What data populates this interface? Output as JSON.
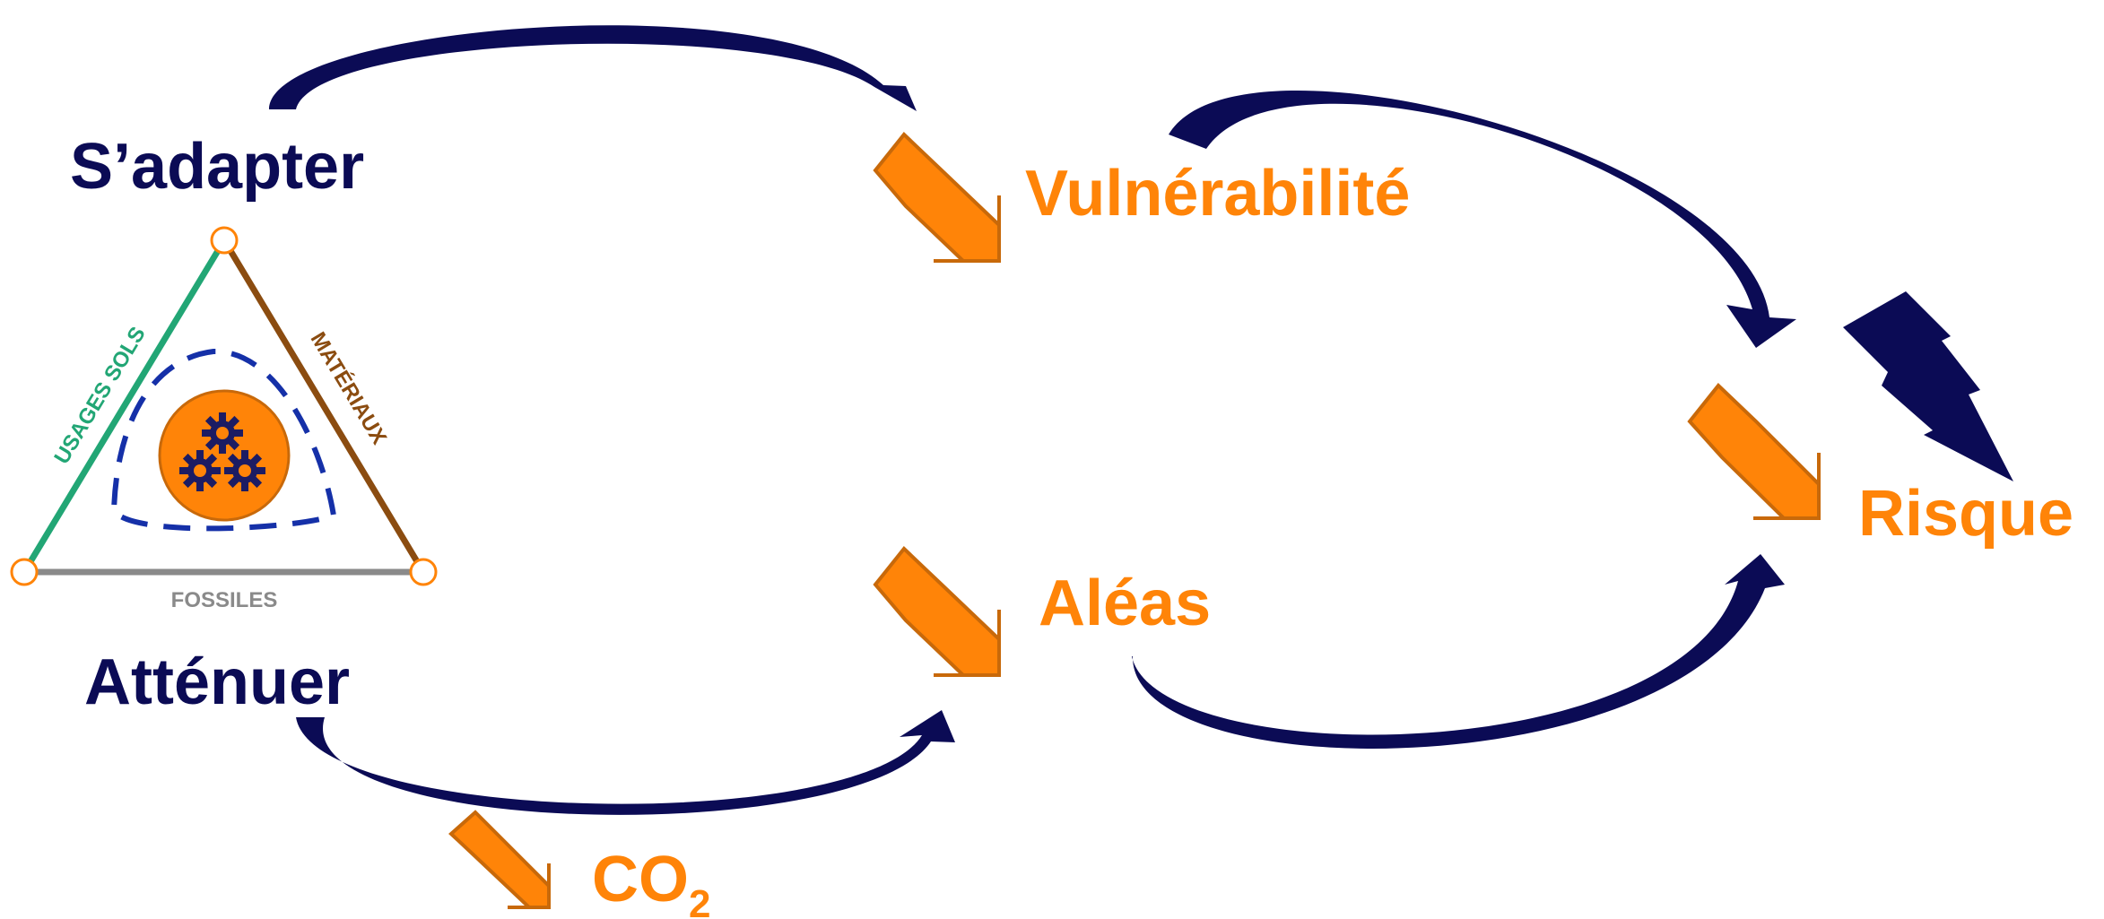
{
  "colors": {
    "navy": "#0b0b55",
    "orange": "#ff8408",
    "orange_edge": "#c8690a",
    "green": "#22a675",
    "brown": "#8b4c10",
    "gray": "#8a8a8a",
    "dash_blue": "#1530a8",
    "gear": "#1c1c63"
  },
  "labels": {
    "adapt": "S’adapter",
    "mitigate": "Atténuer",
    "vulnerability": "Vulnérabilité",
    "hazards": "Aléas",
    "risk": "Risque",
    "co2_main": "CO",
    "co2_sub": "2"
  },
  "triangle": {
    "left_side": "USAGES SOLS",
    "right_side": "MATÉRIAUX",
    "bottom_side": "FOSSILES"
  },
  "icons": {
    "center": "gears-icon",
    "risk": "lightning-icon",
    "flow": "orange-down-right-arrow",
    "link": "curved-navy-arrow"
  }
}
